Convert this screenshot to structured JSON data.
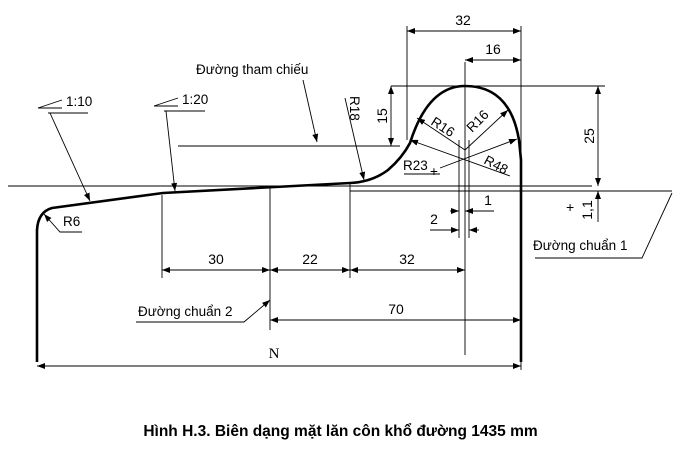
{
  "labels": {
    "reference_line": "Đường tham chiếu",
    "datum_1": "Đường chuẩn 1",
    "datum_2": "Đường chuẩn 2",
    "slope_1": "1:10",
    "slope_2": "1:20",
    "r6": "R6",
    "r18": "R18",
    "r16_a": "R16",
    "r16_b": "R16",
    "r23": "R23",
    "r48": "R48",
    "n": "N"
  },
  "dimensions": {
    "top_width": "32",
    "half_width": "16",
    "flange_15": "15",
    "flange_25": "25",
    "d30": "30",
    "d22": "22",
    "d32": "32",
    "d70": "70",
    "d2": "2",
    "d1": "1",
    "d1_1": "1,1"
  },
  "caption": "Hình H.3.  Biên dạng mặt lăn côn khổ đường 1435 mm"
}
